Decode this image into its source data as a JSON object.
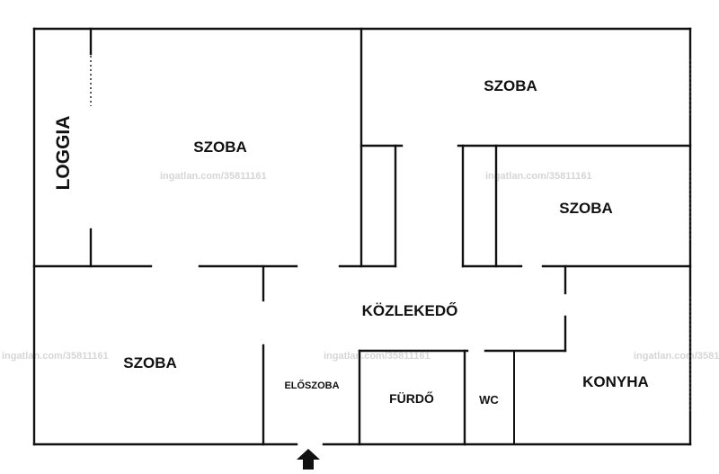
{
  "rooms": {
    "loggia": "LOGGIA",
    "szoba_top_left": "SZOBA",
    "szoba_top_right": "SZOBA",
    "szoba_right_mid": "SZOBA",
    "szoba_bottom_left": "SZOBA",
    "kozlekedo": "KÖZLEKEDŐ",
    "eloszoba": "ELŐSZOBA",
    "furdo": "FÜRDŐ",
    "wc": "WC",
    "konyha": "KONYHA"
  },
  "watermark": {
    "text": "ingatlan.com/35811161"
  },
  "entrance": {
    "icon": "arrow-up-icon"
  },
  "colors": {
    "wall": "#111111",
    "watermark": "#d6d6d6",
    "background": "#ffffff"
  }
}
